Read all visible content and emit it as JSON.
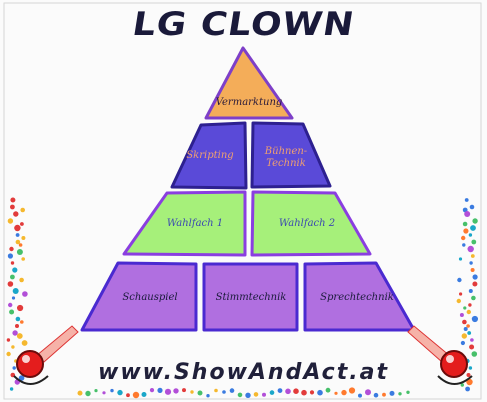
{
  "title": "LG CLOWN",
  "pyramid": {
    "top": {
      "label": "Vermarktung",
      "color": "#f4ad59"
    },
    "row2": [
      {
        "label": "Skripting",
        "color": "#5a4ad8"
      },
      {
        "label": "Bühnen-\nTechnik",
        "color": "#5a4ad8"
      }
    ],
    "row3": [
      {
        "label": "Wahlfach 1",
        "color": "#a6f07a"
      },
      {
        "label": "Wahlfach 2",
        "color": "#a6f07a"
      }
    ],
    "row4": [
      {
        "label": "Schauspiel",
        "color": "#b06fe0"
      },
      {
        "label": "Stimmtechnik",
        "color": "#b06fe0"
      },
      {
        "label": "Sprechtechnik",
        "color": "#b06fe0"
      }
    ]
  },
  "footer": "www.ShowAndAct.at",
  "colors": {
    "orange": "#f4ad59",
    "blue": "#5a4ad8",
    "green": "#a6f07a",
    "purple": "#b06fe0",
    "ink": "#1a1a3a"
  }
}
